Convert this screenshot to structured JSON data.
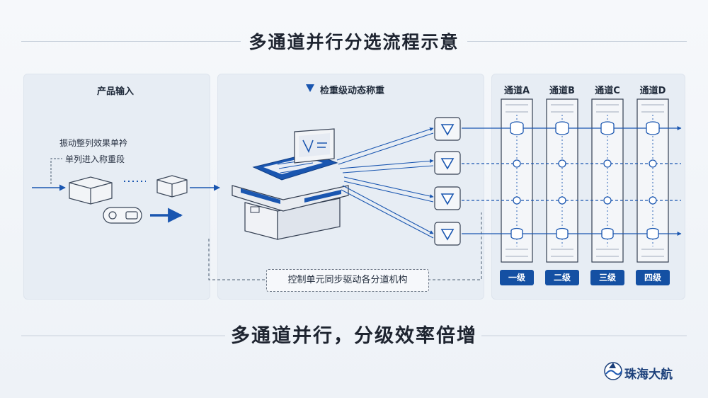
{
  "title": "多通道并行分选流程示意",
  "input_panel": {
    "heading": "产品输入",
    "label_vibration": "振动整列效果单衿",
    "label_single": "单列进入称重段"
  },
  "weigher_panel": {
    "heading": "检重级动态称重",
    "control_unit": "控制单元同步驱动各分道机构"
  },
  "channels": [
    {
      "name": "通道A",
      "level": "一级"
    },
    {
      "name": "通道B",
      "level": "二级"
    },
    {
      "name": "通道C",
      "level": "三级"
    },
    {
      "name": "通道D",
      "level": "四级"
    }
  ],
  "bottom_slogan": "多通道并行，分级效率倍增",
  "brand": {
    "name": "珠海大航"
  },
  "colors": {
    "accent": "#1450a3",
    "panel": "#e7edf4"
  }
}
